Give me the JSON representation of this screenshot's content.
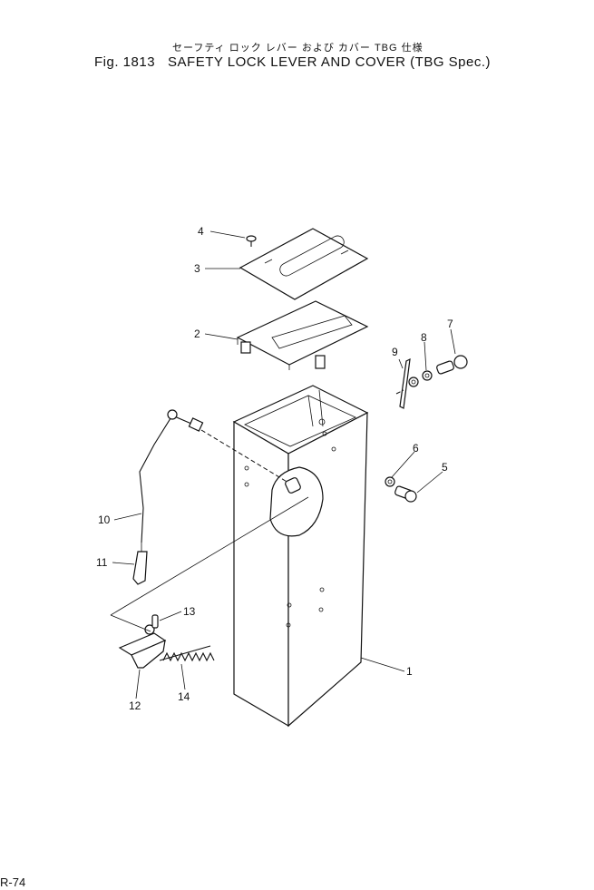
{
  "header": {
    "subtitle_jp": "セーフティ ロック レバー および カバー  TBG 仕様",
    "figure_no": "Fig. 1813",
    "title": "SAFETY LOCK LEVER AND COVER (TBG Spec.)"
  },
  "parts": [
    {
      "no": "1"
    },
    {
      "no": "2"
    },
    {
      "no": "3"
    },
    {
      "no": "4"
    },
    {
      "no": "5"
    },
    {
      "no": "6"
    },
    {
      "no": "7"
    },
    {
      "no": "8"
    },
    {
      "no": "9"
    },
    {
      "no": "10"
    },
    {
      "no": "11"
    },
    {
      "no": "12"
    },
    {
      "no": "13"
    },
    {
      "no": "14"
    }
  ],
  "footer": {
    "page": "R-74"
  }
}
